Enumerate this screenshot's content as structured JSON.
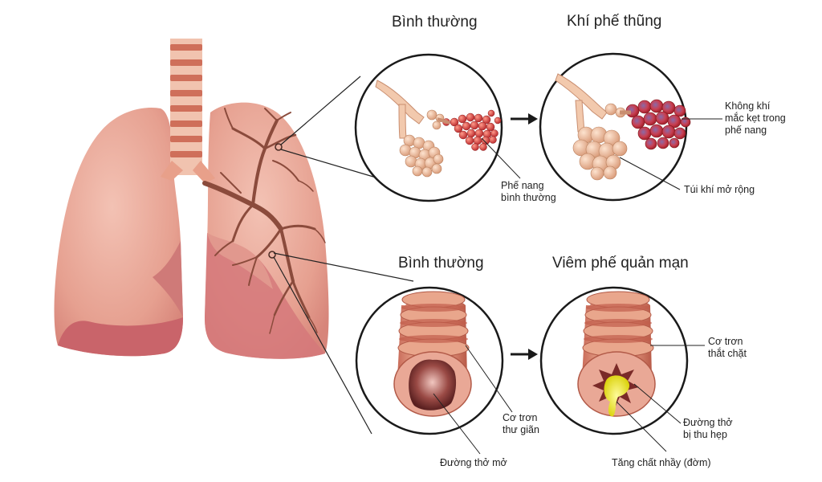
{
  "diagram": {
    "emphysema": {
      "normal_title": "Bình thường",
      "disease_title": "Khí phế thũng",
      "label_normal_alveoli_line1": "Phế nang",
      "label_normal_alveoli_line2": "bình thường",
      "label_trapped_air_line1": "Không khí",
      "label_trapped_air_line2": "mắc kẹt trong",
      "label_trapped_air_line3": "phế nang",
      "label_enlarged_sacs": "Túi khí mở rộng"
    },
    "bronchitis": {
      "normal_title": "Bình thường",
      "disease_title": "Viêm phế quản mạn",
      "label_relaxed_muscle_line1": "Cơ trơn",
      "label_relaxed_muscle_line2": "thư giãn",
      "label_open_airway": "Đường thở mở",
      "label_tight_muscle_line1": "Cơ trơn",
      "label_tight_muscle_line2": "thắt chặt",
      "label_narrow_airway_line1": "Đường thở",
      "label_narrow_airway_line2": "bị thu hẹp",
      "label_mucus": "Tăng chất nhầy (đờm)"
    }
  },
  "colors": {
    "lung_fill": "#e9a99b",
    "lung_shadow": "#c9666a",
    "bronchi": "#8a4a3c",
    "trachea_ring": "#c86a55",
    "alveoli_normal": "#f2c2a2",
    "alveoli_red": "#d9443f",
    "mucus": "#e8e200"
  }
}
